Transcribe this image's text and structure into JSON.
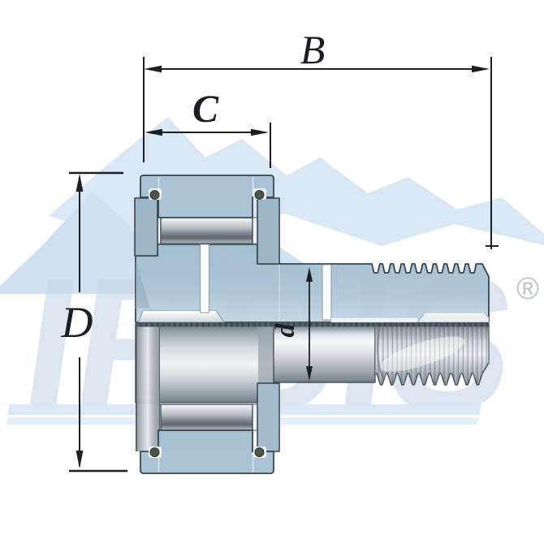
{
  "dimension_labels": {
    "overall_width": "B",
    "ring_width": "C",
    "outer_diameter": "D",
    "stud_diameter": "d"
  },
  "watermark": {
    "brand": "IRBIS",
    "registered_mark": "®"
  },
  "icons": {
    "mountain_logo": "mountain-logo",
    "registered_icon": "registered-trademark-icon"
  },
  "colors": {
    "background": "#ffffff",
    "section_blue": "#a6c1d3",
    "side_plate_blue": "#9cb5c7",
    "steel_highlight": "#f7f9fa",
    "steel_shadow": "#5f6b75",
    "outline": "#39444c",
    "dimension_ink": "#1b1f23",
    "watermark_blue": "#c8d8ea",
    "watermark_mountain": "#d9e6f4",
    "watermark_stripe": "#dce8f5",
    "registered_grey": "#b7c3cf",
    "seal_dark": "#49554d"
  }
}
